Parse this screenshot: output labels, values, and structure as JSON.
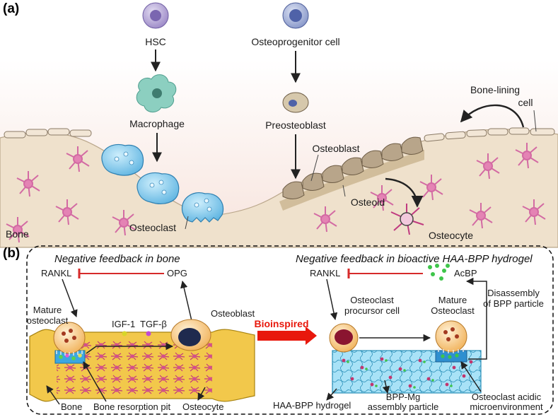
{
  "panel_a": {
    "panel_label": "(a)",
    "labels": {
      "hsc": "HSC",
      "osteoprogenitor": "Osteoprogenitor cell",
      "macrophage": "Macrophage",
      "preosteoblast": "Preosteoblast",
      "bone_lining_line1": "Bone-lining",
      "bone_lining_line2": "cell",
      "osteoblast": "Osteoblast",
      "osteoid": "Osteoid",
      "osteoclast": "Osteoclast",
      "osteocyte": "Osteocyte",
      "bone": "Bone"
    }
  },
  "panel_b": {
    "panel_label": "(b)",
    "left_title": "Negative feedback in bone",
    "right_title": "Negative feedback in bioactive HAA-BPP hydrogel",
    "left": {
      "rankl": "RANKL",
      "opg": "OPG",
      "mature_osteoclast_line1": "Mature",
      "mature_osteoclast_line2": "osteoclast",
      "igf": "IGF-1",
      "tgf": "TGF-β",
      "osteoblast": "Osteoblast",
      "bone": "Bone",
      "resorption_pit": "Bone resorption pit",
      "osteocyte": "Osteocyte"
    },
    "bioinspired": "Bioinspired",
    "right": {
      "rankl": "RANKL",
      "acbp": "AcBP",
      "procursor_line1": "Osteoclast",
      "procursor_line2": "procursor cell",
      "mature_line1": "Mature",
      "mature_line2": "Osteoclast",
      "disassembly_line1": "Disassembly",
      "disassembly_line2": "of BPP particle",
      "hydrogel": "HAA-BPP hydrogel",
      "bpp_line1": "BPP-Mg",
      "bpp_line2": "assembly particle",
      "acidic_line1": "Osteoclast acidic",
      "acidic_line2": "microenvironment"
    }
  },
  "colors": {
    "bone_fill": "#efe1cc",
    "osteoclast_blue": "#7fc8ea",
    "macrophage_teal": "#8ccfc0",
    "osteocyte_pink": "#e483b4",
    "inhibition_red": "#d62a2a",
    "arrow_red": "#e8180c",
    "hsc_purple": "#9b8bc4",
    "progenitor_blue": "#6b7fbf"
  }
}
